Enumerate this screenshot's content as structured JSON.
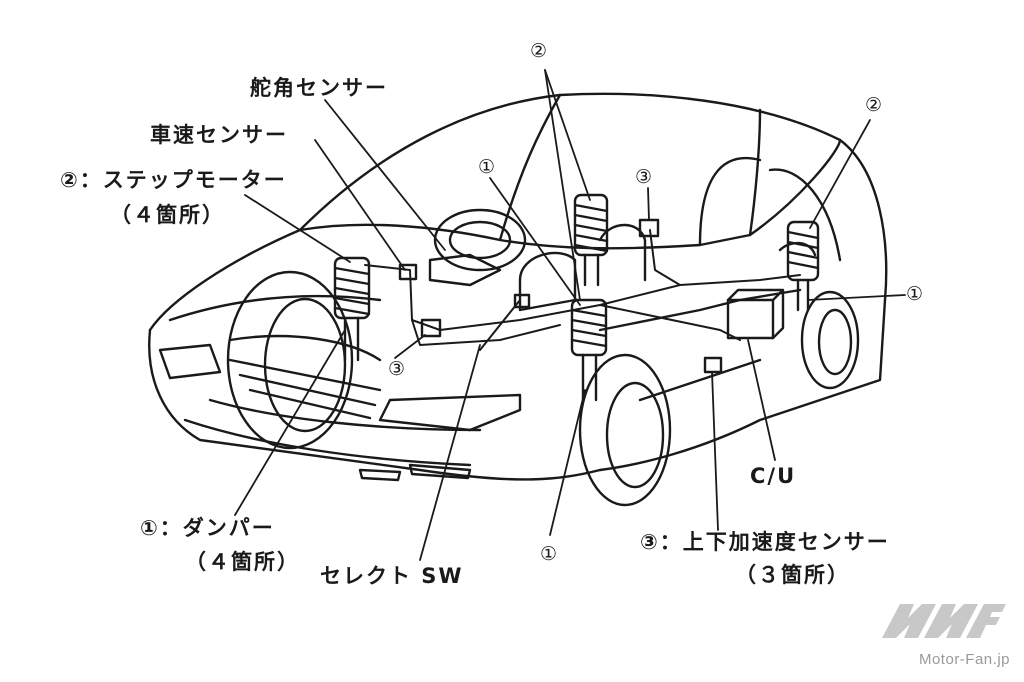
{
  "labels": {
    "steering_sensor": "舵角センサー",
    "speed_sensor": "車速センサー",
    "step_motor": "②：ステップモーター",
    "step_motor_count": "（４箇所）",
    "damper": "①：ダンパー",
    "damper_count": "（４箇所）",
    "select_sw": "セレクト SW",
    "accel_sensor": "③：上下加速度センサー",
    "accel_sensor_count": "（３箇所）",
    "cu": "C/U"
  },
  "markers": {
    "m1_center": "①",
    "m1_right": "①",
    "m1_bottom": "①",
    "m2_top": "②",
    "m2_right": "②",
    "m3_top": "③",
    "m3_left": "③"
  },
  "watermark": {
    "text": "Motor-Fan.jp",
    "logo_color": "#c8c8c8"
  }
}
